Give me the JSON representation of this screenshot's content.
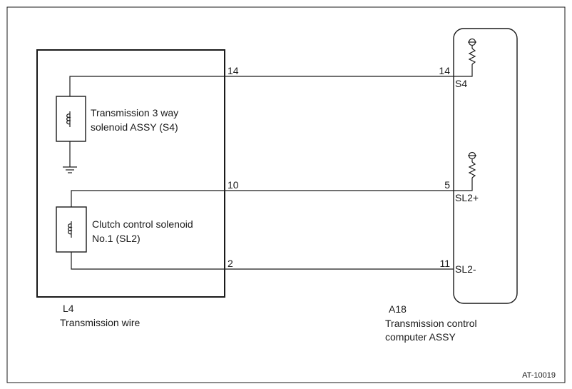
{
  "diagram_id": "AT-10019",
  "connectors": {
    "left": {
      "id": "L4",
      "name": "Transmission wire",
      "pins": {
        "top": "14",
        "middle": "10",
        "bottom": "2"
      }
    },
    "right": {
      "id": "A18",
      "name_line1": "Transmission control",
      "name_line2": "computer ASSY",
      "pins": {
        "top": "14",
        "middle": "5",
        "bottom": "11"
      },
      "terminals": {
        "top": "S4",
        "middle": "SL2+",
        "bottom": "SL2-"
      }
    }
  },
  "components": {
    "solenoid_s4": {
      "line1": "Transmission 3 way",
      "line2": "solenoid ASSY (S4)"
    },
    "solenoid_sl2": {
      "line1": "Clutch control solenoid",
      "line2": "No.1 (SL2)"
    }
  },
  "icons": [
    "coil-icon",
    "ground-icon",
    "pull-up-resistor-icon"
  ]
}
